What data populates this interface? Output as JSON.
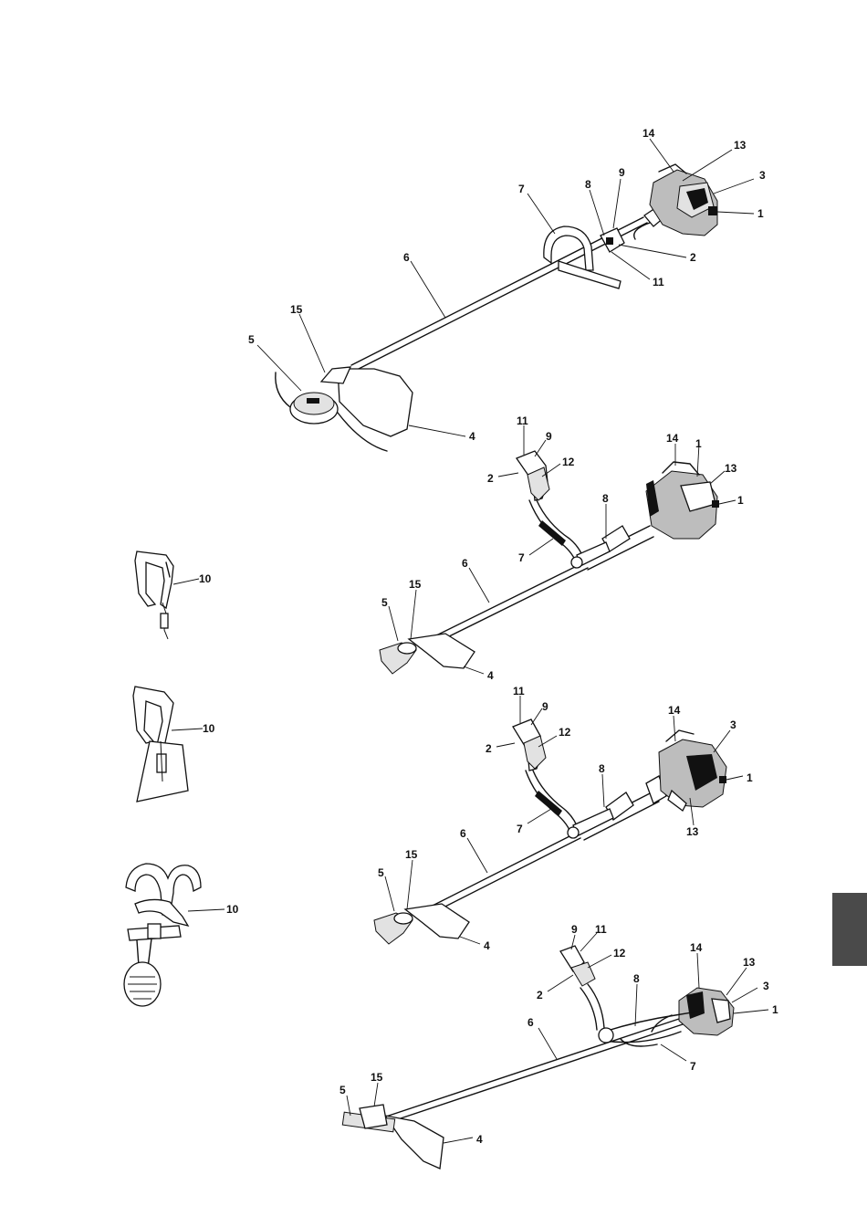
{
  "side_tab": {
    "color": "#4a4a4a"
  },
  "figures": [
    {
      "id": "trimmer-1",
      "labels": {
        "1": "1",
        "2": "2",
        "3": "3",
        "4": "4",
        "5": "5",
        "6": "6",
        "7": "7",
        "8": "8",
        "9": "9",
        "11": "11",
        "13": "13",
        "14": "14",
        "15": "15"
      }
    },
    {
      "id": "brushcutter-2",
      "labels": {
        "1a": "1",
        "1b": "1",
        "2": "2",
        "4": "4",
        "5": "5",
        "6": "6",
        "7": "7",
        "8": "8",
        "9": "9",
        "11": "11",
        "12": "12",
        "13": "13",
        "14": "14",
        "15": "15"
      }
    },
    {
      "id": "brushcutter-3",
      "labels": {
        "1": "1",
        "2": "2",
        "3": "3",
        "4": "4",
        "5": "5",
        "6": "6",
        "7": "7",
        "8": "8",
        "9": "9",
        "11": "11",
        "12": "12",
        "13": "13",
        "14": "14",
        "15": "15"
      }
    },
    {
      "id": "brushcutter-4",
      "labels": {
        "1": "1",
        "2": "2",
        "3": "3",
        "4": "4",
        "5": "5",
        "6": "6",
        "7": "7",
        "8": "8",
        "9": "9",
        "11": "11",
        "12": "12",
        "13": "13",
        "14": "14",
        "15": "15"
      }
    }
  ],
  "harnesses": [
    {
      "id": "harness-single",
      "label": "10"
    },
    {
      "id": "harness-pad",
      "label": "10"
    },
    {
      "id": "harness-double",
      "label": "10"
    }
  ]
}
